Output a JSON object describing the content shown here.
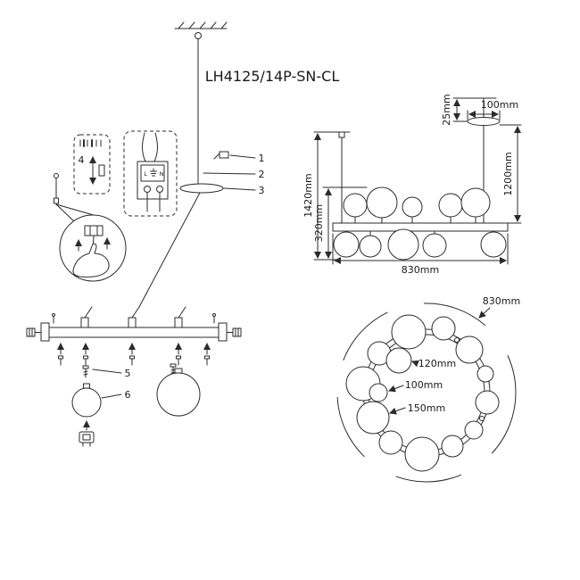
{
  "title": "LH4125/14P-SN-CL",
  "parts": {
    "n1": "1",
    "n2": "2",
    "n3": "3",
    "n4": "4",
    "n5": "5",
    "n6": "6"
  },
  "wiring": {
    "live": "L",
    "neutral": "N"
  },
  "front_view": {
    "canopy_height": "25mm",
    "canopy_diameter": "100mm",
    "suspension_length": "1200mm",
    "overall_height": "1420mm",
    "fixture_height": "320mm",
    "fixture_width": "830mm"
  },
  "top_view": {
    "ring_diameter": "830mm",
    "globe_medium": "120mm",
    "globe_small": "100mm",
    "globe_large": "150mm"
  },
  "colors": {
    "line": "#2b2b2b",
    "text": "#1a1a1a",
    "background": "#ffffff"
  }
}
